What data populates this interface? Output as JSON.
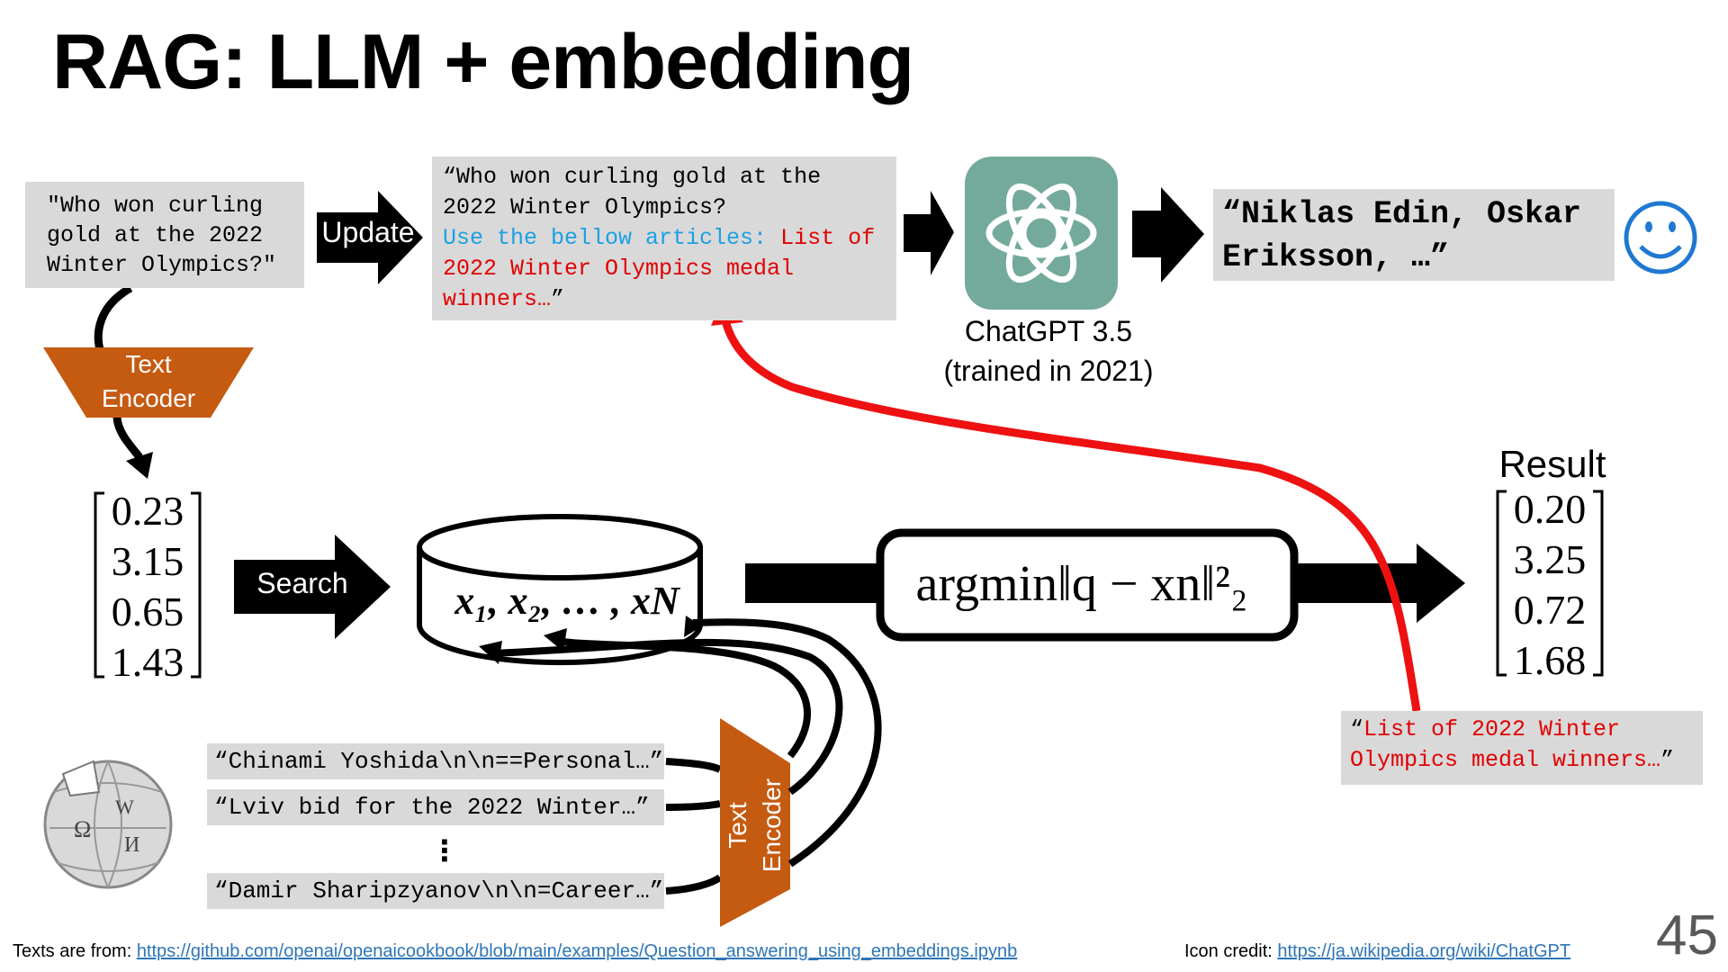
{
  "title": "RAG: LLM + embedding",
  "query": "\"Who won curling\ngold at the 2022\nWinter Olympics?\"",
  "update_label": "Update",
  "prompt": {
    "line1": "“Who won curling gold at the",
    "line2": "2022 Winter Olympics?",
    "instruction": "Use the bellow articles: ",
    "article_part1": "List of",
    "article_part2": "2022 Winter Olympics medal",
    "article_part3": "winners…",
    "end_quote": "”"
  },
  "chatgpt": {
    "name": "ChatGPT 3.5",
    "note": "(trained in 2021)"
  },
  "answer": {
    "line1": "“Niklas Edin, Oskar",
    "line2": "Eriksson, …”"
  },
  "text_encoder_label": [
    "Text",
    "Encoder"
  ],
  "query_vector": [
    "0.23",
    "3.15",
    "0.65",
    "1.43"
  ],
  "search_label": "Search",
  "database_label": "x₁, x₂, … , xN",
  "argmin_label": "argmin‖q − xn‖²₂",
  "result_label": "Result",
  "result_vector": [
    "0.20",
    "3.25",
    "0.72",
    "1.68"
  ],
  "result_text": {
    "open_quote": "“",
    "line1": "List of 2022 Winter",
    "line2": "Olympics medal winners…",
    "close_quote": "”"
  },
  "documents": [
    "“Chinami Yoshida\\n\\n==Personal…”",
    "“Lviv bid for the 2022 Winter…”",
    "⋮",
    "“Damir Sharipzyanov\\n\\n=Career…”"
  ],
  "footer": {
    "texts_prefix": "Texts are from: ",
    "texts_url": "https://github.com/openai/openaicookbook/blob/main/examples/Question_answering_using_embeddings.ipynb",
    "icon_prefix": "Icon credit: ",
    "icon_url": "https://ja.wikipedia.org/wiki/ChatGPT"
  },
  "page_number": "45",
  "icons": {
    "chatgpt": "chatgpt-logo-icon",
    "smiley": "smiley-face-icon",
    "wikipedia": "wikipedia-globe-icon"
  },
  "colors": {
    "encoder": "#c55a11",
    "chatgpt_bg": "#74aa9c",
    "highlight_red": "#e00000",
    "highlight_blue": "#1ba1e2",
    "smiley": "#1f78d1",
    "box_gray": "#d9d9d9"
  }
}
